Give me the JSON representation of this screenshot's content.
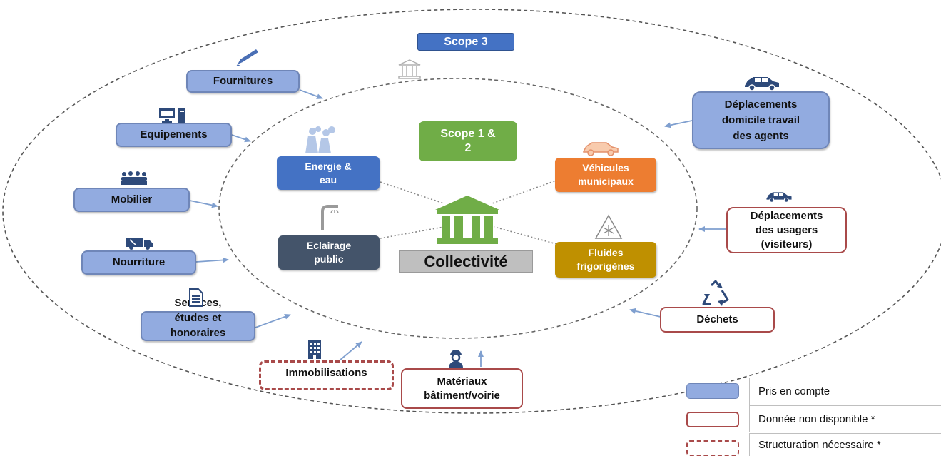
{
  "scopes": {
    "scope3": "Scope 3",
    "scope12": [
      "Scope 1 &",
      "2"
    ]
  },
  "center": {
    "label": "Collectivité"
  },
  "inner_boxes": {
    "energie": [
      "Energie &",
      "eau"
    ],
    "eclairage": [
      "Eclairage",
      "public"
    ],
    "vehicules": [
      "Véhicules",
      "municipaux"
    ],
    "fluides": [
      "Fluides",
      "frigorigènes"
    ]
  },
  "outer_boxes": {
    "fournitures": "Fournitures",
    "equipements": "Equipements",
    "mobilier": "Mobilier",
    "nourriture": "Nourriture",
    "services": [
      "Services,",
      "études et",
      "honoraires"
    ],
    "immobilisations": "Immobilisations",
    "materiaux": [
      "Matériaux",
      "bâtiment/voirie"
    ],
    "dechets": "Déchets",
    "deplacements_usagers": [
      "Déplacements",
      "des usagers",
      "(visiteurs)"
    ],
    "deplacements_agents": [
      "Déplacements",
      "domicile travail",
      "des agents"
    ]
  },
  "legend": {
    "pris": "Pris en compte",
    "non_dispo": "Donnée non disponible *",
    "structuration": "Structuration nécessaire *"
  },
  "colors": {
    "blue_box": "#92abe0",
    "scope3": "#4472c4",
    "scope12": "#70ad47",
    "energie": "#4472c4",
    "eclairage": "#44546a",
    "vehicules": "#ed7d31",
    "fluides": "#bf9000",
    "building": "#70ad47",
    "red_border": "#a94a4a"
  },
  "icons": [
    "pencil-icon",
    "computer-icon",
    "meeting-icon",
    "truck-icon",
    "document-icon",
    "building-icon",
    "worker-icon",
    "recycle-icon",
    "car-icon",
    "museum-icon",
    "factory-icon",
    "streetlight-icon",
    "snowflake-icon"
  ]
}
